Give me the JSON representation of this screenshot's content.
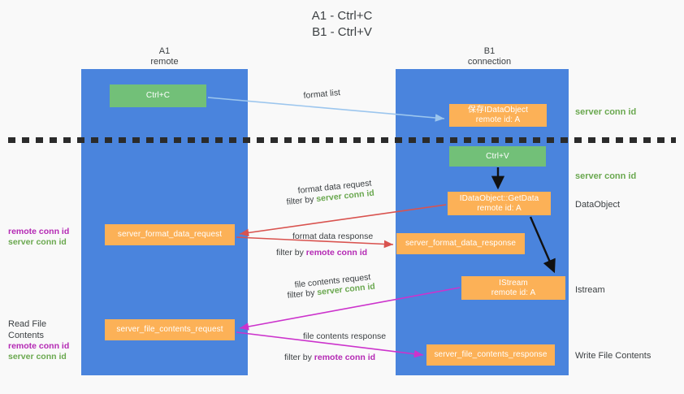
{
  "title": "A1 - Ctrl+C\nB1 - Ctrl+V",
  "columns": {
    "a": {
      "name": "A1",
      "role": "remote",
      "header": "A1\nremote"
    },
    "b": {
      "name": "B1",
      "role": "connection",
      "header": "B1\nconnection"
    }
  },
  "legend_colors": {
    "lane": "#4a84dd",
    "action_node": "#72c078",
    "message_node": "#fcb157",
    "server_conn_id": "#6aa84f",
    "remote_conn_id": "#b429b4",
    "format_list_arrow": "#a9ccf0",
    "format_data_arrow": "#d9534f",
    "file_contents_arrow": "#cc33cc",
    "local_arrow": "#111111",
    "separator": "#2b2b2b",
    "background": "#f9f9f9"
  },
  "nodes": {
    "ctrl_c": "Ctrl+C",
    "ctrl_v": "Ctrl+V",
    "idataobject": "保存IDataObject\nremote id: A",
    "getdata": "IDataObject::GetData\nremote id: A",
    "istream": "IStream\nremote id: A",
    "server_format_data_request": "server_format_data_request",
    "server_format_data_response": "server_format_data_response",
    "server_file_contents_request": "server_file_contents_request",
    "server_file_contents_response": "server_file_contents_response"
  },
  "side_labels": {
    "server_conn_id_top": "server conn id",
    "server_conn_id_mid": "server conn id",
    "dataobject": "DataObject",
    "istream": "Istream",
    "write_file_contents": "Write File Contents",
    "read_file_contents": "Read File Contents",
    "remote_conn_id": "remote conn id",
    "server_conn_id": "server conn id"
  },
  "flows": {
    "format_list": "format list",
    "format_data_request": "format data request",
    "format_data_request_filter_prefix": "filter by ",
    "format_data_request_filter_value": "server conn id",
    "format_data_response": "format data response",
    "format_data_response_filter_prefix": "filter by ",
    "format_data_response_filter_value": "remote conn id",
    "file_contents_request": "file contents request",
    "file_contents_request_filter_prefix": "filter by ",
    "file_contents_request_filter_value": "server conn id",
    "file_contents_response": "file contents response",
    "file_contents_response_filter_prefix": "filter by ",
    "file_contents_response_filter_value": "remote conn id"
  }
}
